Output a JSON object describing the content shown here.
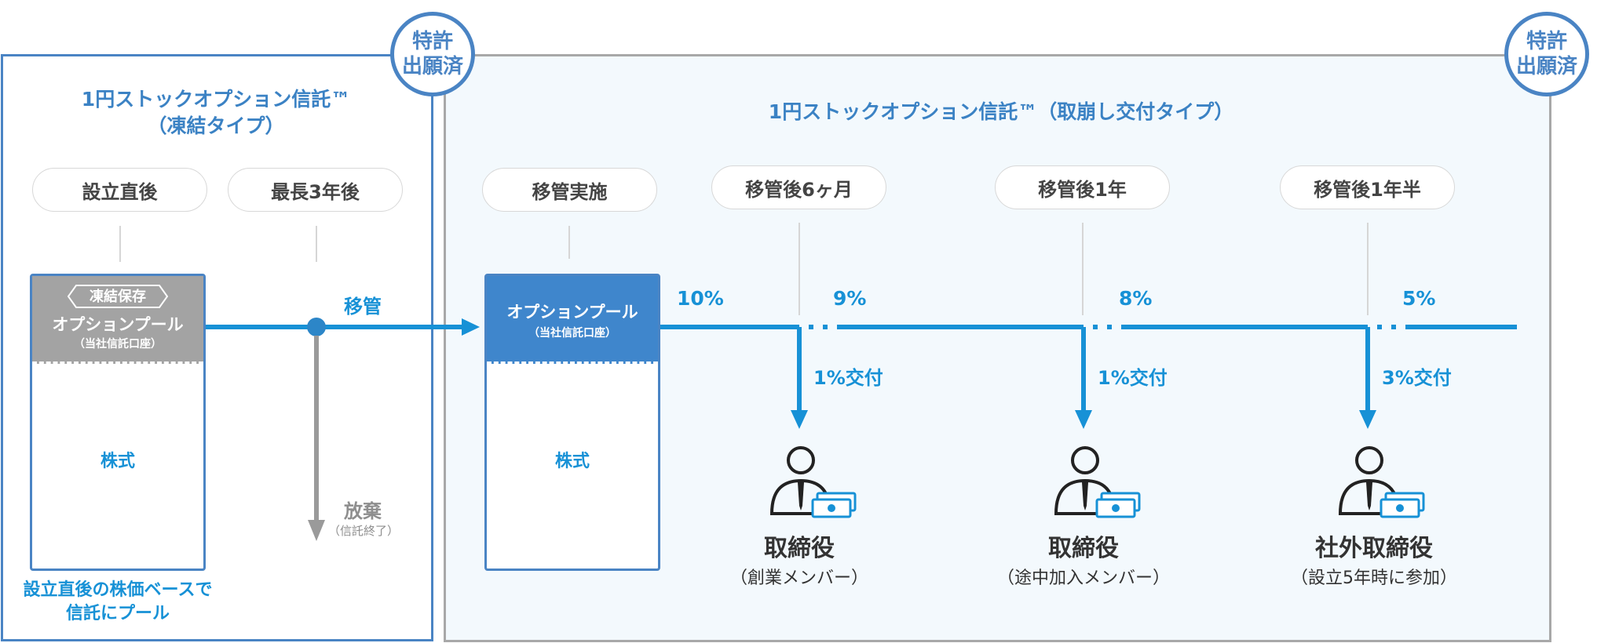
{
  "patent_seal": "特許\n出願済",
  "left_panel": {
    "title": "1円ストックオプション信託™\n（凍結タイプ）",
    "stage_1": "設立直後",
    "stage_2": "最長3年後",
    "frozen_tag": "凍結保存",
    "pool_title": "オプションプール",
    "pool_sub": "（当社信託口座）",
    "stock_label": "株式",
    "transfer_label": "移管",
    "abandon_label": "放棄",
    "abandon_sub": "（信託終了）",
    "footer_note": "設立直後の株価ベースで\n信託にプール"
  },
  "right_panel": {
    "title": "1円ストックオプション信託™（取崩し交付タイプ）",
    "stages": [
      "移管実施",
      "移管後6ヶ月",
      "移管後1年",
      "移管後1年半"
    ],
    "pool_title": "オプションプール",
    "pool_sub": "（当社信託口座）",
    "stock_label": "株式",
    "pool_percents": [
      "10%",
      "9%",
      "8%",
      "5%"
    ],
    "grants": [
      "1%交付",
      "1%交付",
      "3%交付"
    ],
    "recipients": [
      {
        "role": "取締役",
        "note": "（創業メンバー）"
      },
      {
        "role": "取締役",
        "note": "（途中加入メンバー）"
      },
      {
        "role": "社外取締役",
        "note": "（設立5年時に参加）"
      }
    ]
  },
  "colors": {
    "accent_blue": "#1791d6",
    "border_blue": "#4a84c4",
    "gray": "#a8a8a8",
    "panel_bg": "#f3f9fd"
  }
}
